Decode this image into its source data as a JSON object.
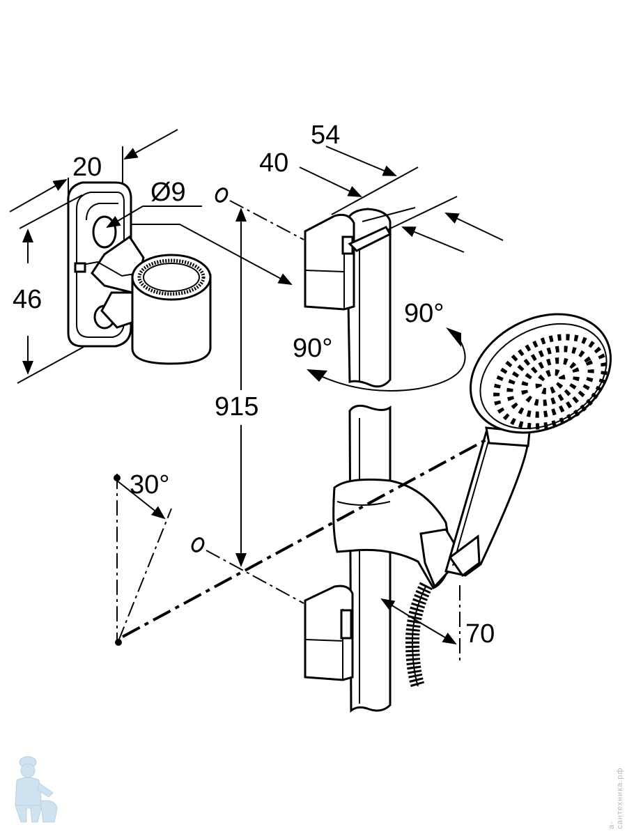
{
  "dimensions": {
    "depth_20": "20",
    "diameter_9": "Ø9",
    "height_46": "46",
    "width_54": "54",
    "width_40": "40",
    "rotate_right": "90°",
    "rotate_left": "90°",
    "length_915": "915",
    "tilt_30": "30°",
    "offset_70": "70"
  },
  "watermark": {
    "text": "а-сантехника.рф",
    "logo_icon": "plumber-mascot-icon"
  }
}
